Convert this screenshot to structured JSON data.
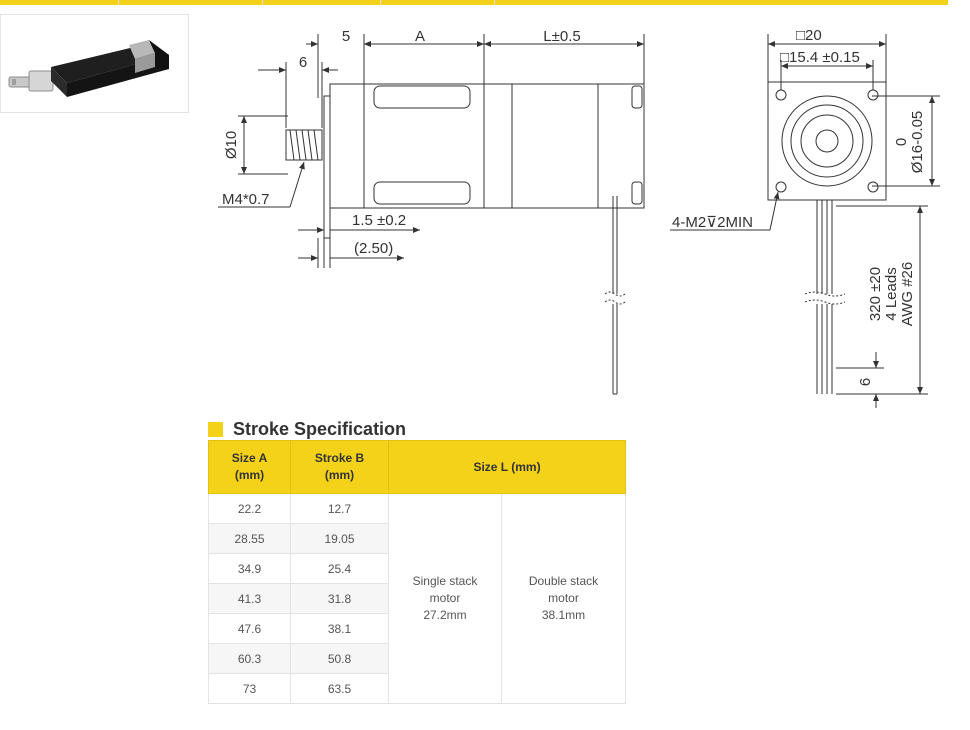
{
  "product_image": {
    "icon": "linear-actuator-photo"
  },
  "drawing": {
    "front_labels": {
      "dim_5": "5",
      "dim_a": "A",
      "dim_l": "L±0.5",
      "dim_6": "6",
      "dim_phi10": "Ø10",
      "thread": "M4*0.7",
      "dim_flange": "1.5 ±0.2",
      "dim_250": "(2.50)"
    },
    "side_labels": {
      "square_20": "□20",
      "square_154": "□15.4 ±0.15",
      "boss_0": "0",
      "boss_phi16": "Ø16-0.05",
      "screw": "4-M2⊽2MIN",
      "lead_length": "320 ±20",
      "leads_count": "4 Leads",
      "awg": "AWG #26",
      "dim_6": "6"
    }
  },
  "stroke_spec": {
    "title": "Stroke Specification",
    "headers": {
      "size_a": "Size A\n(mm)",
      "stroke_b": "Stroke B\n(mm)",
      "size_l": "Size L (mm)"
    },
    "rows": [
      {
        "a": "22.2",
        "b": "12.7"
      },
      {
        "a": "28.55",
        "b": "19.05"
      },
      {
        "a": "34.9",
        "b": "25.4"
      },
      {
        "a": "41.3",
        "b": "31.8"
      },
      {
        "a": "47.6",
        "b": "38.1"
      },
      {
        "a": "60.3",
        "b": "50.8"
      },
      {
        "a": "73",
        "b": "63.5"
      }
    ],
    "single_stack": "Single stack\nmotor\n27.2mm",
    "double_stack": "Double stack\nmotor\n38.1mm"
  }
}
